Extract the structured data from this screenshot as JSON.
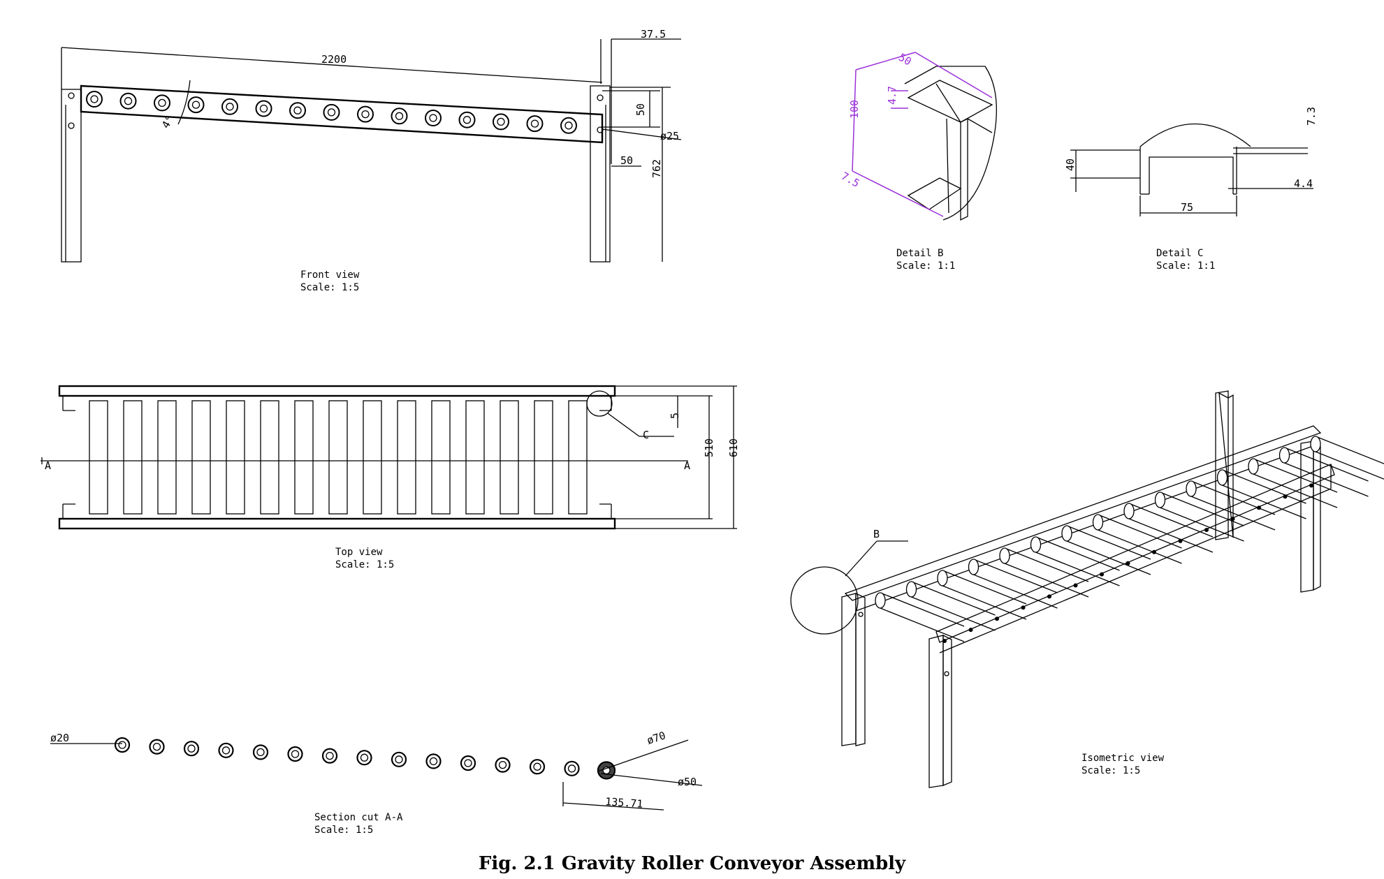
{
  "front_view": {
    "label": "Front view",
    "scale": "Scale:  1:5",
    "dims": {
      "length": "2200",
      "offset": "37.5",
      "hole_spacing": "50",
      "angle": "4°",
      "dia": "ø25",
      "leg_width": "50",
      "height": "762"
    }
  },
  "detail_b": {
    "label": "Detail B",
    "scale": "Scale:  1:1",
    "dims": {
      "flange": "50",
      "web_thickness": "4.7",
      "height": "100",
      "depth": "7.5"
    }
  },
  "detail_c": {
    "label": "Detail C",
    "scale": "Scale:  1:1",
    "dims": {
      "height": "40",
      "top": "7.3",
      "thickness": "4.4",
      "width": "75"
    }
  },
  "top_view": {
    "label": "Top view",
    "scale": "Scale:  1:5",
    "dims": {
      "gap": "5",
      "inner_width": "510",
      "outer_width": "610"
    },
    "markers": {
      "section_left": "A",
      "section_right": "A",
      "detail": "C"
    }
  },
  "section_view": {
    "label": "Section cut A-A",
    "scale": "Scale:  1:5",
    "dims": {
      "shaft": "ø20",
      "outer": "ø70",
      "inner": "ø50",
      "pitch": "135.71"
    }
  },
  "isometric_view": {
    "label": "Isometric view",
    "scale": "Scale:  1:5",
    "markers": {
      "detail": "B"
    }
  },
  "caption": "Fig. 2.1 Gravity Roller Conveyor Assembly",
  "colors": {
    "line": "#000000",
    "dimension_highlight": "#9b30d9"
  }
}
